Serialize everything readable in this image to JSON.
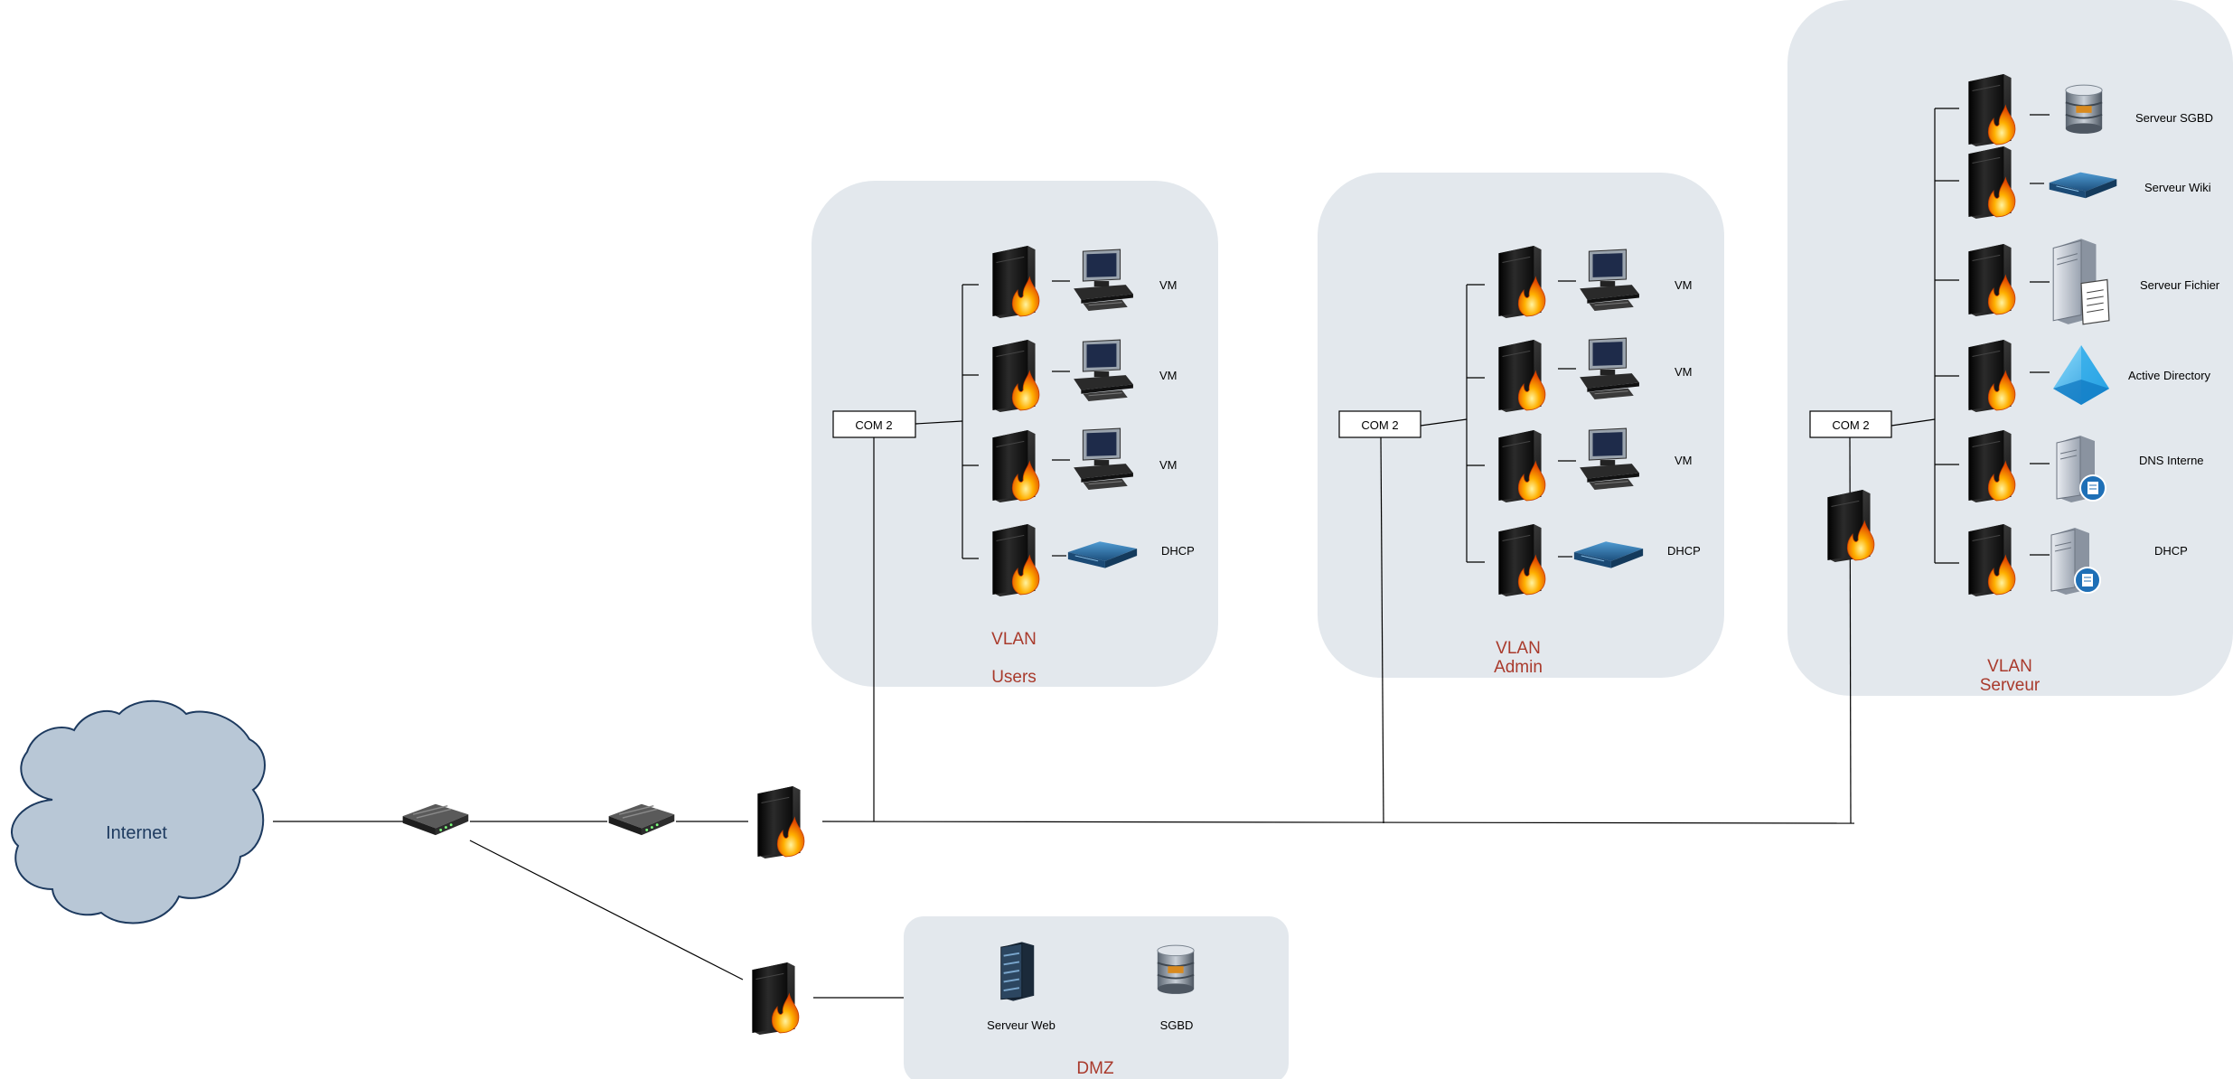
{
  "internet": {
    "label": "Internet"
  },
  "vlans": [
    {
      "title1": "VLAN",
      "title2": "Users",
      "com": "COM 2",
      "endpoints": [
        {
          "label": "VM",
          "icon": "desktop"
        },
        {
          "label": "VM",
          "icon": "desktop"
        },
        {
          "label": "VM",
          "icon": "desktop"
        },
        {
          "label": "DHCP",
          "icon": "router"
        }
      ]
    },
    {
      "title1": "VLAN",
      "title2": "Admin",
      "com": "COM 2",
      "endpoints": [
        {
          "label": "VM",
          "icon": "desktop"
        },
        {
          "label": "VM",
          "icon": "desktop"
        },
        {
          "label": "VM",
          "icon": "desktop"
        },
        {
          "label": "DHCP",
          "icon": "router"
        }
      ]
    },
    {
      "title1": "VLAN",
      "title2": "Serveur",
      "com": "COM 2",
      "endpoints": [
        {
          "label": "Serveur SGBD",
          "icon": "database"
        },
        {
          "label": "Serveur Wiki",
          "icon": "router"
        },
        {
          "label": "Serveur Fichier",
          "icon": "file-server"
        },
        {
          "label": "Active Directory",
          "icon": "active-directory"
        },
        {
          "label": "DNS Interne",
          "icon": "dns-server"
        },
        {
          "label": "DHCP",
          "icon": "dhcp-server"
        }
      ]
    }
  ],
  "dmz": {
    "title": "DMZ",
    "items": [
      {
        "label": "Serveur Web",
        "icon": "server-rack"
      },
      {
        "label": "SGBD",
        "icon": "database"
      }
    ]
  },
  "colors": {
    "zone": "#e3e8ed",
    "zone_title": "#a93a2c",
    "cloud_fill": "#b8c7d6",
    "cloud_stroke": "#1d3a5f",
    "line": "#000000"
  }
}
